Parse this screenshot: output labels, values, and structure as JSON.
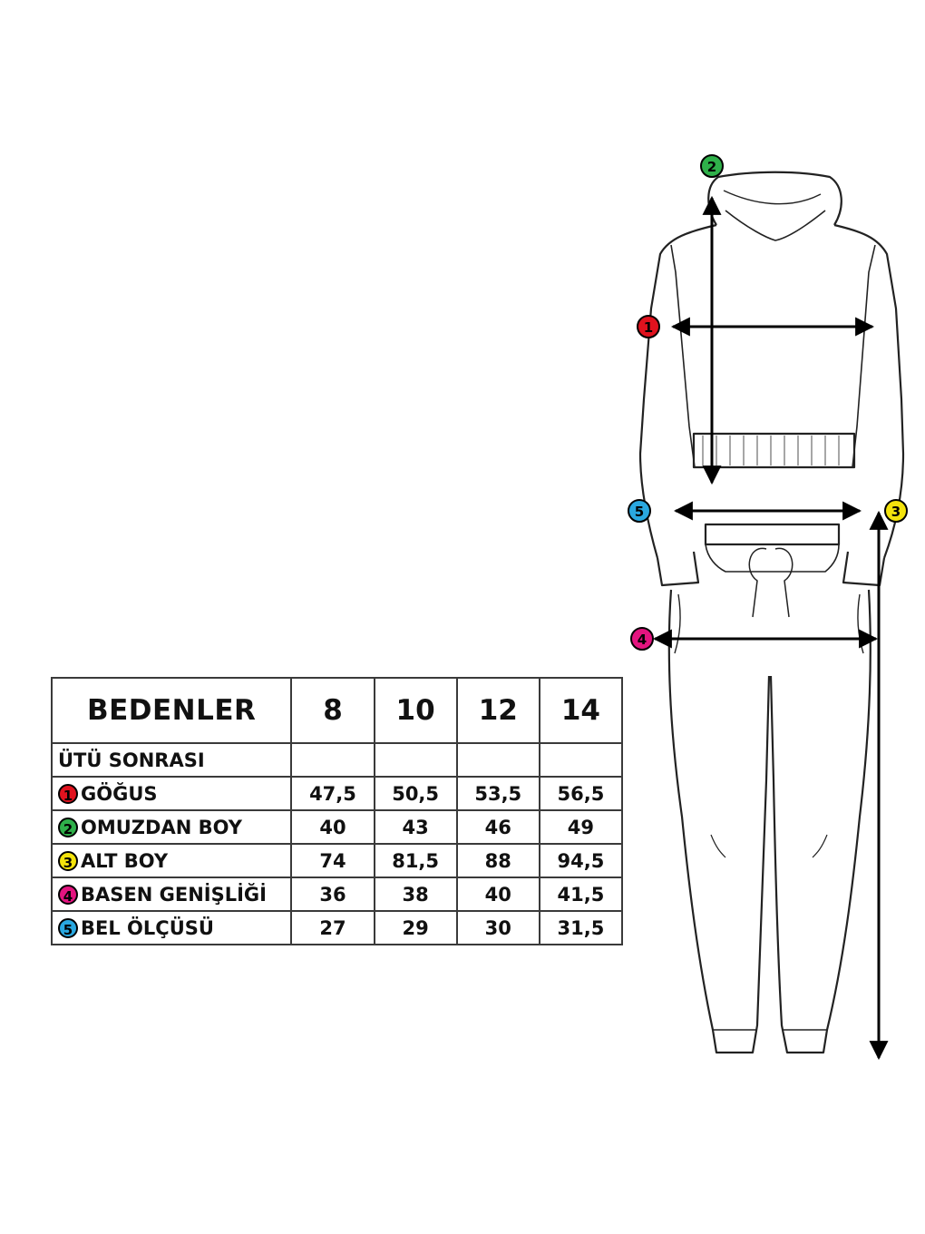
{
  "table": {
    "header_label": "BEDENLER",
    "sizes": [
      "8",
      "10",
      "12",
      "14"
    ],
    "subheader": "ÜTÜ SONRASI",
    "rows": [
      {
        "badge": "1",
        "badge_color": "#e0121e",
        "label": "GÖĞUS",
        "values": [
          "47,5",
          "50,5",
          "53,5",
          "56,5"
        ]
      },
      {
        "badge": "2",
        "badge_color": "#2fb04a",
        "label": "OMUZDAN BOY",
        "values": [
          "40",
          "43",
          "46",
          "49"
        ]
      },
      {
        "badge": "3",
        "badge_color": "#f3e30d",
        "label": "ALT BOY",
        "values": [
          "74",
          "81,5",
          "88",
          "94,5"
        ]
      },
      {
        "badge": "4",
        "badge_color": "#e3147f",
        "label": "BASEN GENİŞLİĞİ",
        "values": [
          "36",
          "38",
          "40",
          "41,5"
        ]
      },
      {
        "badge": "5",
        "badge_color": "#2aa8e0",
        "label": "BEL ÖLÇÜSÜ",
        "values": [
          "27",
          "29",
          "30",
          "31,5"
        ]
      }
    ]
  },
  "figure_markers": [
    {
      "number": "1",
      "color": "#e0121e"
    },
    {
      "number": "2",
      "color": "#2fb04a"
    },
    {
      "number": "3",
      "color": "#f3e30d"
    },
    {
      "number": "4",
      "color": "#e3147f"
    },
    {
      "number": "5",
      "color": "#2aa8e0"
    }
  ]
}
